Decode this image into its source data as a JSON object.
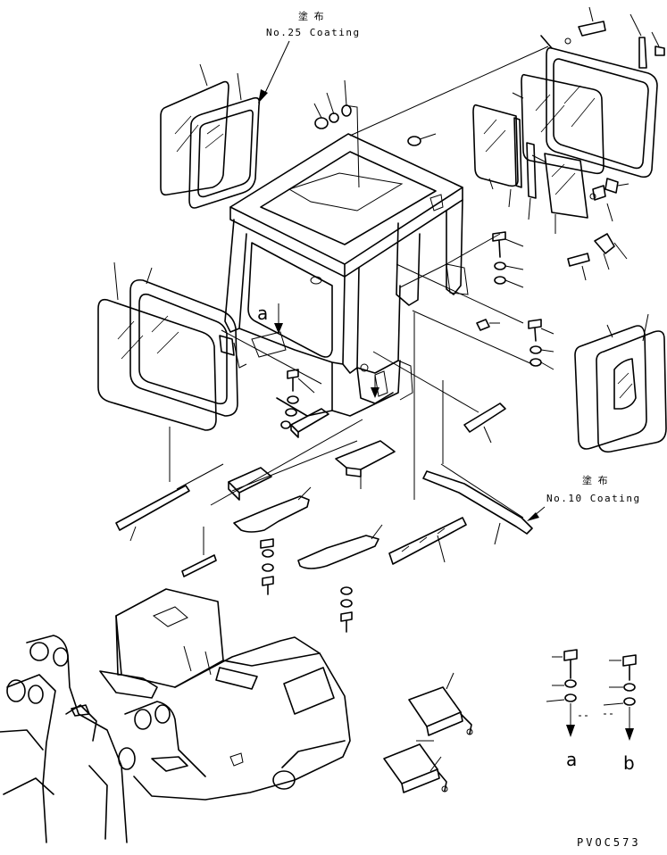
{
  "labels": {
    "coating_top_jp": "塗 布",
    "coating_top_en": "No.25 Coating",
    "coating_right_jp": "塗 布",
    "coating_right_en": "No.10 Coating",
    "ref_a_upper": "a",
    "ref_a_lower": "a",
    "ref_b_lower": "b",
    "drawing_code": "PVOC573"
  }
}
